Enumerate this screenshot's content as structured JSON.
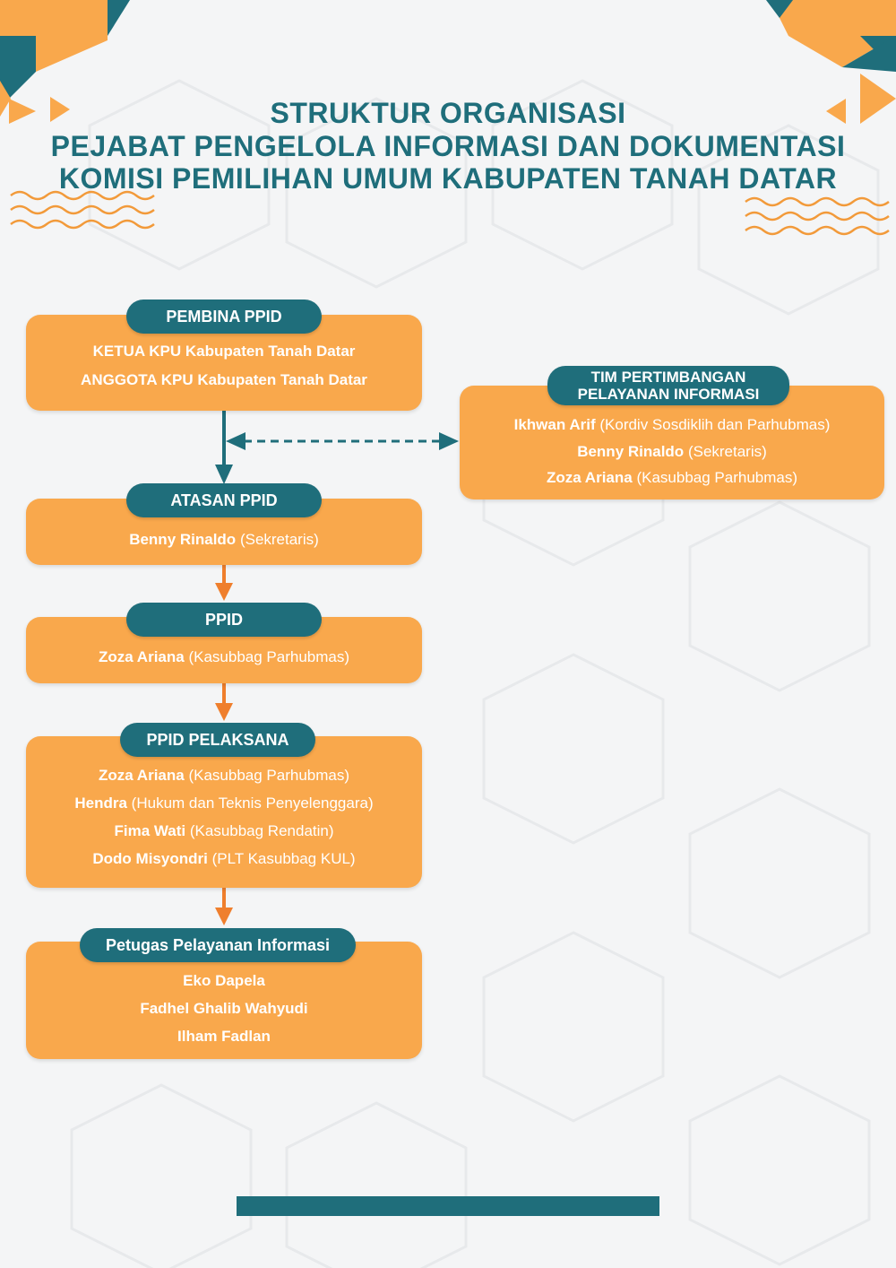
{
  "header": {
    "line1": "STRUKTUR ORGANISASI",
    "line2": "PEJABAT PENGELOLA INFORMASI DAN DOKUMENTASI",
    "line3": "KOMISI PEMILIHAN UMUM KABUPATEN TANAH DATAR"
  },
  "colors": {
    "teal": "#1f6e7b",
    "orange": "#f9a84c",
    "arrow_orange": "#ef7f2d"
  },
  "pembina": {
    "label": "PEMBINA PPID",
    "items": [
      "KETUA KPU Kabupaten Tanah Datar",
      "ANGGOTA KPU Kabupaten Tanah Datar"
    ]
  },
  "tim": {
    "label_line1": "TIM PERTIMBANGAN",
    "label_line2": "PELAYANAN INFORMASI",
    "items": [
      {
        "name": "Ikhwan Arif",
        "role": "(Kordiv Sosdiklih dan Parhubmas)"
      },
      {
        "name": "Benny Rinaldo",
        "role": "(Sekretaris)"
      },
      {
        "name": "Zoza Ariana",
        "role": "(Kasubbag Parhubmas)"
      }
    ]
  },
  "atasan": {
    "label": "ATASAN PPID",
    "items": [
      {
        "name": "Benny Rinaldo",
        "role": "(Sekretaris)"
      }
    ]
  },
  "ppid": {
    "label": "PPID",
    "items": [
      {
        "name": "Zoza Ariana",
        "role": "(Kasubbag Parhubmas)"
      }
    ]
  },
  "pelaksana": {
    "label": "PPID PELAKSANA",
    "items": [
      {
        "name": "Zoza Ariana",
        "role": "(Kasubbag Parhubmas)"
      },
      {
        "name": "Hendra",
        "role": "(Hukum dan Teknis Penyelenggara)"
      },
      {
        "name": "Fima Wati",
        "role": "(Kasubbag Rendatin)"
      },
      {
        "name": "Dodo Misyondri",
        "role": "(PLT Kasubbag KUL)"
      }
    ]
  },
  "petugas": {
    "label": "Petugas Pelayanan Informasi",
    "items": [
      "Eko Dapela",
      "Fadhel Ghalib Wahyudi",
      "Ilham Fadlan"
    ]
  }
}
